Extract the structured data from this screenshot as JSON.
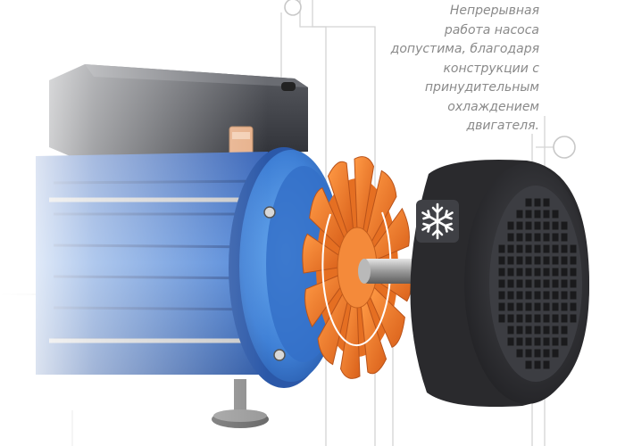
{
  "caption": {
    "lines": [
      "Непрерывная",
      "работа насоса",
      "допустима,  благодаря",
      "конструкции с",
      "принудительным",
      "охлаждением",
      "двигателя."
    ]
  },
  "icons": {
    "cooling": "snowflake-icon"
  },
  "colors": {
    "motor_body": "#3e6fc4",
    "flange": "#4d8fe0",
    "fan": "#f07a26",
    "fan_cover": "#2e2e30",
    "callout_lines": "#cfcfcf"
  }
}
